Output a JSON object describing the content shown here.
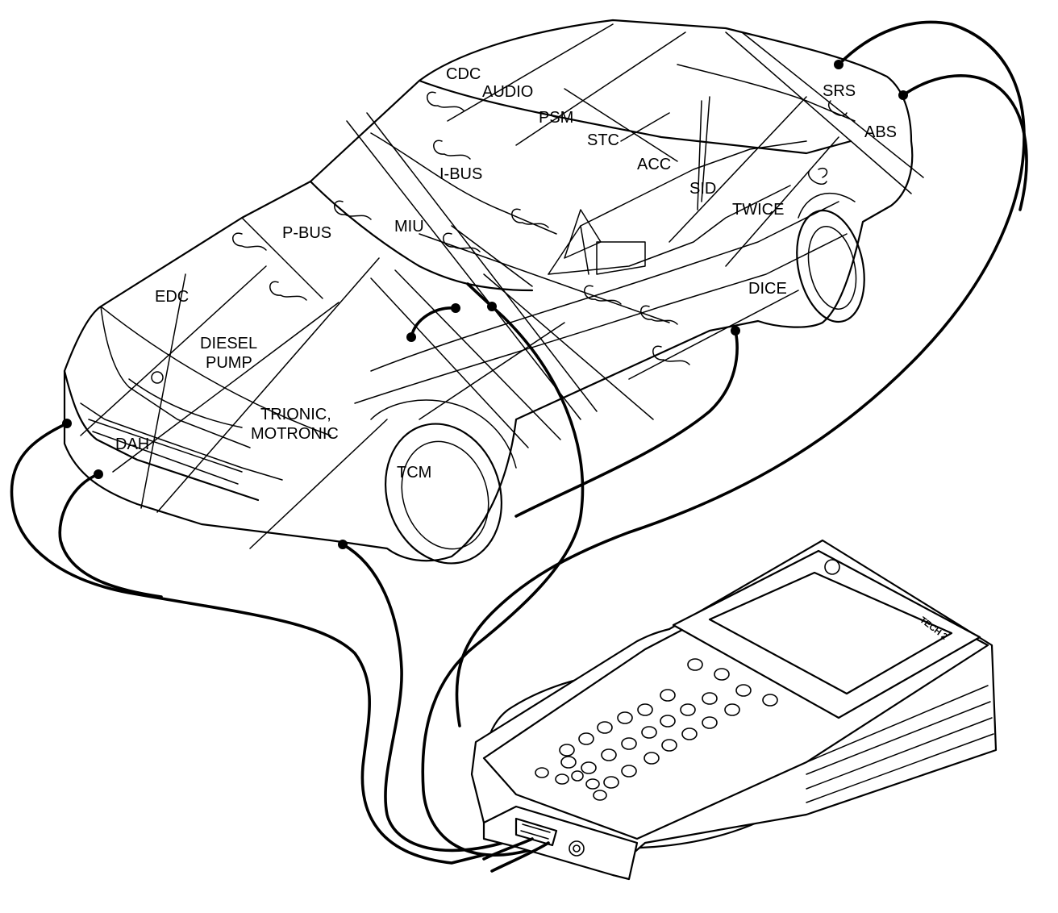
{
  "modules": {
    "cdc": "CDC",
    "audio": "AUDIO",
    "psm": "PSM",
    "stc": "STC",
    "srs": "SRS",
    "abs": "ABS",
    "acc": "ACC",
    "ibus": "I-BUS",
    "sid": "SID",
    "twice": "TWICE",
    "pbus": "P-BUS",
    "miu": "MIU",
    "edc": "EDC",
    "dice": "DICE",
    "diesel_pump_line1": "DIESEL",
    "diesel_pump_line2": "PUMP",
    "trionic_line1": "TRIONIC,",
    "trionic_line2": "MOTRONIC",
    "dah": "DAH",
    "tcm": "TCM"
  },
  "tool": {
    "brand": "TECH 2"
  },
  "colors": {
    "ink": "#000000",
    "paper": "#ffffff"
  }
}
